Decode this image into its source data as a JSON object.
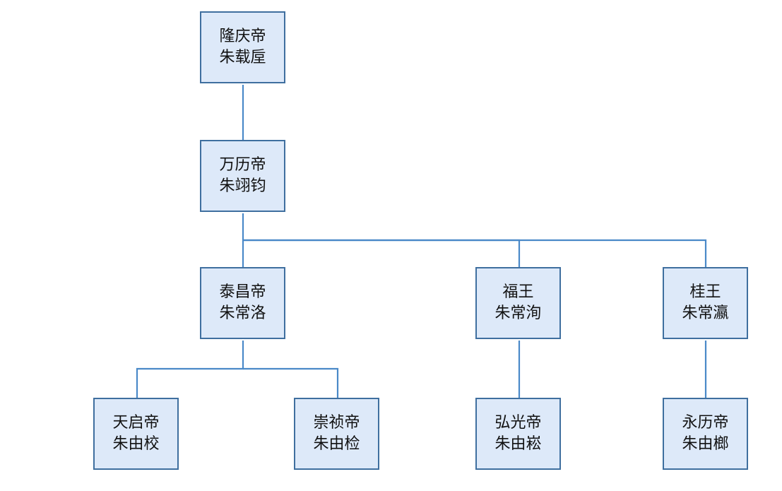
{
  "diagram": {
    "nodes": [
      {
        "id": "longqing",
        "title": "隆庆帝",
        "name": "朱载垕"
      },
      {
        "id": "wanli",
        "title": "万历帝",
        "name": "朱翊钧"
      },
      {
        "id": "taichang",
        "title": "泰昌帝",
        "name": "朱常洛"
      },
      {
        "id": "fuwang",
        "title": "福王",
        "name": "朱常洵"
      },
      {
        "id": "guiwang",
        "title": "桂王",
        "name": "朱常瀛"
      },
      {
        "id": "tianqi",
        "title": "天启帝",
        "name": "朱由校"
      },
      {
        "id": "chongzhen",
        "title": "崇祯帝",
        "name": "朱由检"
      },
      {
        "id": "hongguang",
        "title": "弘光帝",
        "name": "朱由崧"
      },
      {
        "id": "yongli",
        "title": "永历帝",
        "name": "朱由榔"
      }
    ],
    "edges": [
      {
        "from": "longqing",
        "to": "wanli"
      },
      {
        "from": "wanli",
        "to": "taichang"
      },
      {
        "from": "wanli",
        "to": "fuwang"
      },
      {
        "from": "wanli",
        "to": "guiwang"
      },
      {
        "from": "taichang",
        "to": "tianqi"
      },
      {
        "from": "taichang",
        "to": "chongzhen"
      },
      {
        "from": "fuwang",
        "to": "hongguang"
      },
      {
        "from": "guiwang",
        "to": "yongli"
      }
    ],
    "colors": {
      "node_fill": "#dde9f9",
      "node_border": "#3f6f9f",
      "connector": "#4a89c8"
    }
  }
}
